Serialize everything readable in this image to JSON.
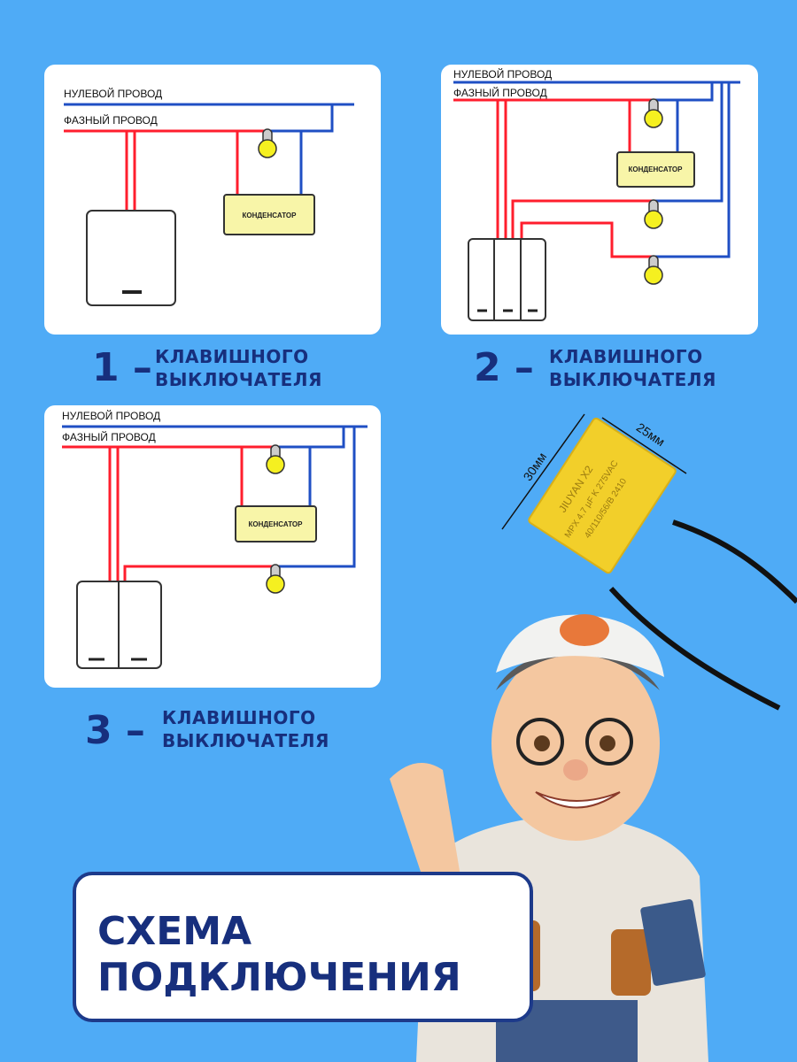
{
  "diagrams": [
    {
      "number": "1 –",
      "caption_line1": "КЛАВИШНОГО",
      "caption_line2": "ВЫКЛЮЧАТЕЛЯ",
      "neutral_label": "НУЛЕВОЙ ПРОВОД",
      "phase_label": "ФАЗНЫЙ ПРОВОД",
      "capacitor_label": "КОНДЕНСАТОР"
    },
    {
      "number": "2 –",
      "caption_line1": "КЛАВИШНОГО",
      "caption_line2": "ВЫКЛЮЧАТЕЛЯ",
      "neutral_label": "НУЛЕВОЙ ПРОВОД",
      "phase_label": "ФАЗНЫЙ ПРОВОД",
      "capacitor_label": "КОНДЕНСАТОР"
    },
    {
      "number": "3 –",
      "caption_line1": "КЛАВИШНОГО",
      "caption_line2": "ВЫКЛЮЧАТЕЛЯ",
      "neutral_label": "НУЛЕВОЙ ПРОВОД",
      "phase_label": "ФАЗНЫЙ ПРОВОД",
      "capacitor_label": "КОНДЕНСАТОР"
    }
  ],
  "capacitor_photo": {
    "width_label": "25мм",
    "height_label": "30мм",
    "marking_line1": "JIUYAN X2",
    "marking_line2": "MPX 4.7 µF K 275VAC",
    "marking_line3": "40/110/56/B 2410"
  },
  "banner": {
    "line1": "СХЕМА",
    "line2": "ПОДКЛЮЧЕНИЯ"
  },
  "colors": {
    "background": "#4fabf6",
    "navy": "#172f7d",
    "phase": "#ff1e2d",
    "neutral": "#1f4fc4",
    "lamp": "#f5f020",
    "capacitor": "#f8f5a8"
  }
}
